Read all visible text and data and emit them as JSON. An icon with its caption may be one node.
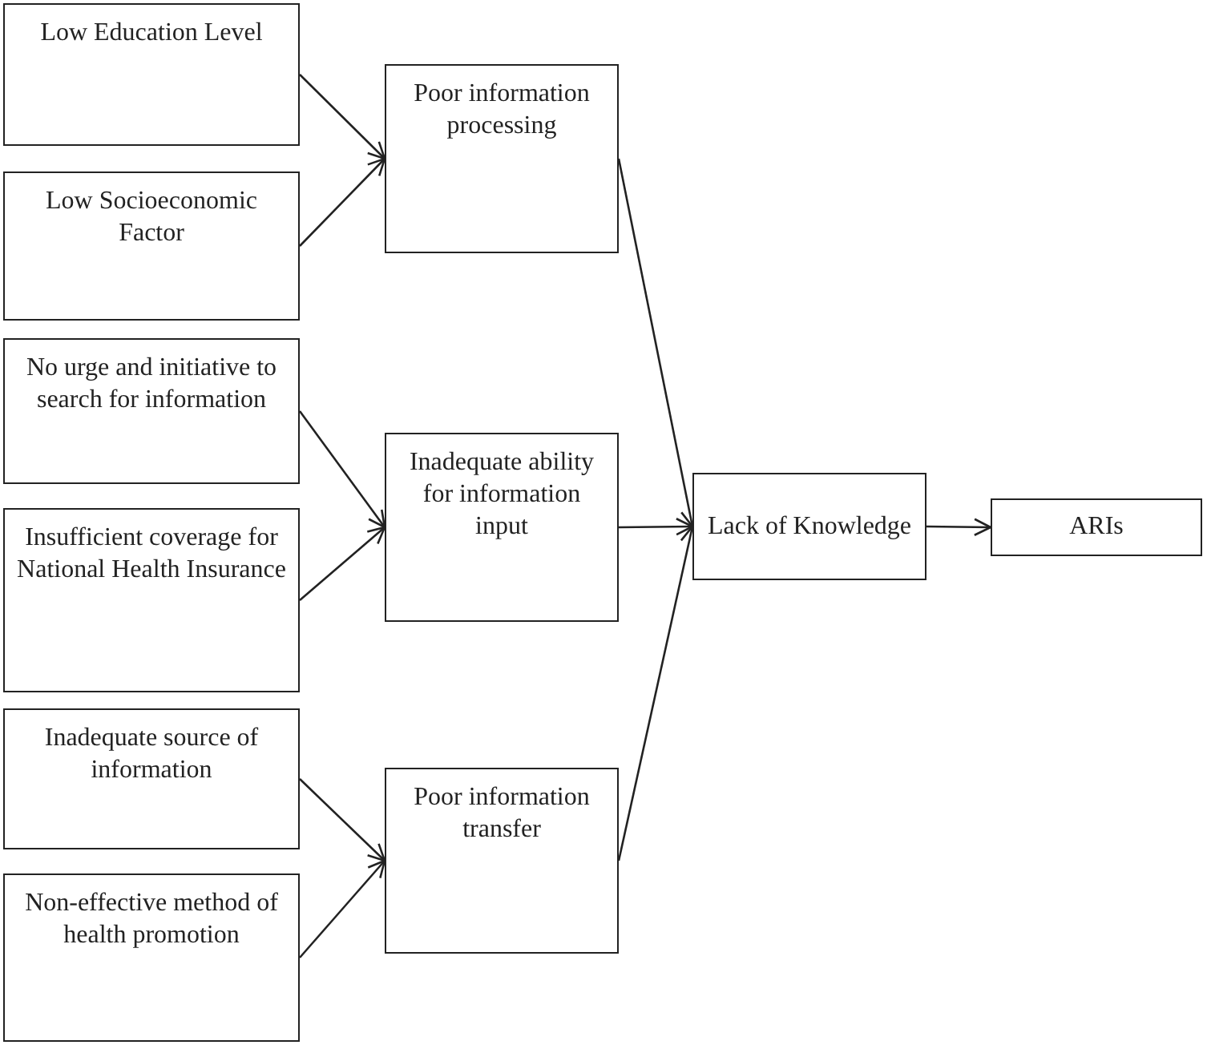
{
  "diagram": {
    "nodes": [
      {
        "text": [
          "Low Education Level"
        ]
      },
      {
        "text": [
          "Low Socioeconomic Factor"
        ]
      },
      {
        "text": [
          "No urge and initiative to search for information"
        ]
      },
      {
        "text": [
          "Insufficient coverage for National Health Insurance"
        ]
      },
      {
        "text": [
          "Inadequate source of information"
        ]
      },
      {
        "text": [
          "Non-effective method of health promotion"
        ]
      },
      {
        "text": [
          "Poor information processing"
        ]
      },
      {
        "text": [
          "Inadequate ability for information input"
        ]
      },
      {
        "text": [
          "Poor information transfer"
        ]
      },
      {
        "text": [
          "Lack of Knowledge"
        ]
      },
      {
        "text": [
          "ARIs"
        ]
      }
    ],
    "edges": [
      {
        "from": 0,
        "to": 6,
        "arrow": "to"
      },
      {
        "from": 1,
        "to": 6,
        "arrow": "to"
      },
      {
        "from": 2,
        "to": 7,
        "arrow": "to"
      },
      {
        "from": 3,
        "to": 7,
        "arrow": "to"
      },
      {
        "from": 4,
        "to": 8,
        "arrow": "to"
      },
      {
        "from": 5,
        "to": 8,
        "arrow": "to"
      },
      {
        "from": 6,
        "to": 9,
        "arrow": "to"
      },
      {
        "from": 7,
        "to": 9,
        "arrow": "to"
      },
      {
        "from": 8,
        "to": 9,
        "arrow": "to"
      },
      {
        "from": 9,
        "to": 10,
        "arrow": "to"
      }
    ]
  }
}
